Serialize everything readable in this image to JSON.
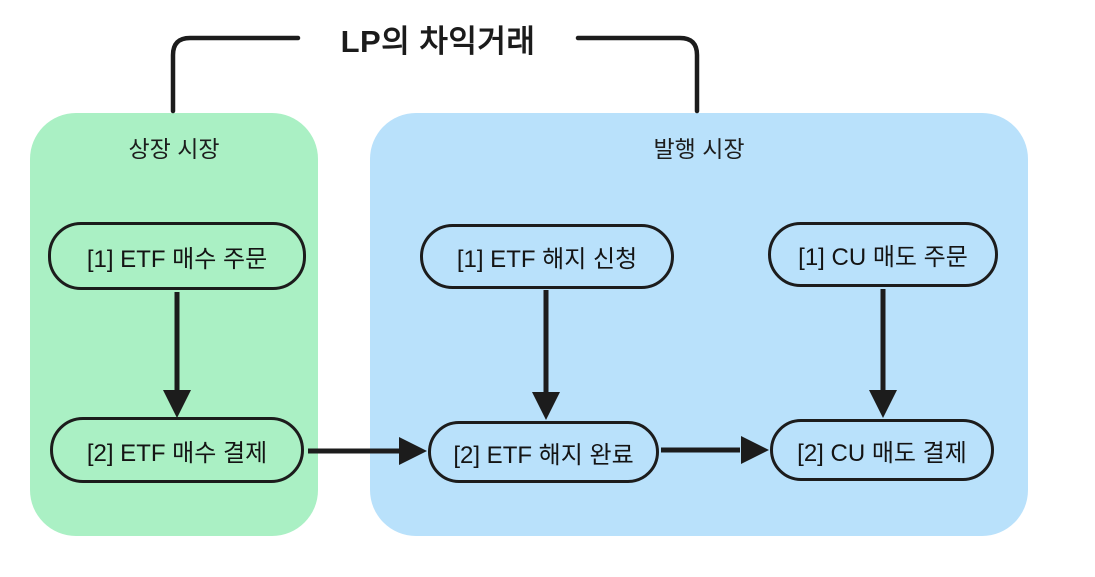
{
  "title": "LP의 차익거래",
  "colors": {
    "listed_market_bg": "#aaf0c4",
    "primary_market_bg": "#b9e1fb",
    "line": "#1c1c1c",
    "page_bg": "#ffffff"
  },
  "regions": [
    {
      "label": "상장 시장",
      "nodes": [
        {
          "label": "[1] ETF 매수 주문"
        },
        {
          "label": "[2] ETF 매수 결제"
        }
      ]
    },
    {
      "label": "발행 시장",
      "nodes": [
        {
          "label": "[1] ETF 해지 신청"
        },
        {
          "label": "[2] ETF 해지 완료"
        },
        {
          "label": "[1] CU 매도 주문"
        },
        {
          "label": "[2] CU 매도 결제"
        }
      ]
    }
  ],
  "flows": [
    {
      "from": "[1] ETF 매수 주문",
      "to": "[2] ETF 매수 결제"
    },
    {
      "from": "[1] ETF 해지 신청",
      "to": "[2] ETF 해지 완료"
    },
    {
      "from": "[1] CU 매도 주문",
      "to": "[2] CU 매도 결제"
    },
    {
      "from": "[2] ETF 매수 결제",
      "to": "[2] ETF 해지 완료"
    },
    {
      "from": "[2] ETF 해지 완료",
      "to": "[2] CU 매도 결제"
    }
  ]
}
